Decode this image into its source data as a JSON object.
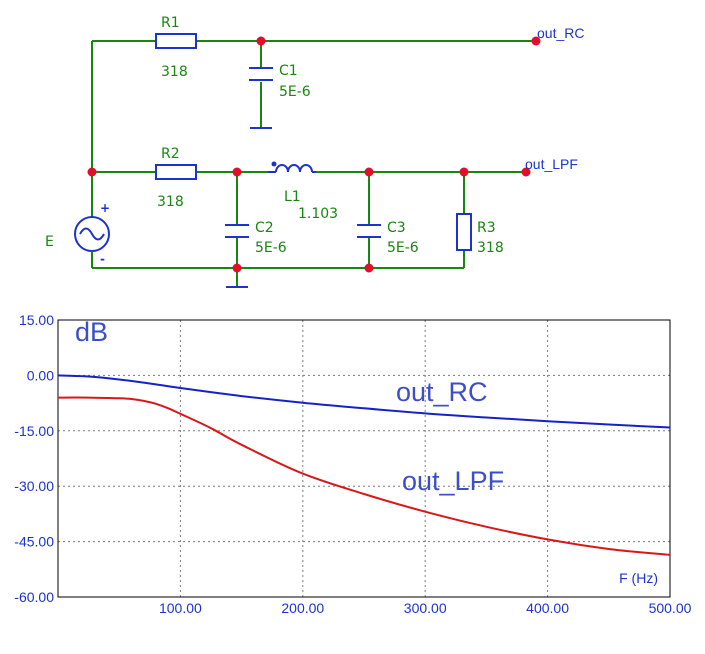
{
  "schematic": {
    "source_label": "E",
    "source_plus": "+",
    "source_minus": "-",
    "components": [
      {
        "name": "R1",
        "value": "318"
      },
      {
        "name": "C1",
        "value": "5E-6"
      },
      {
        "name": "R2",
        "value": "318"
      },
      {
        "name": "L1",
        "value": "1.103"
      },
      {
        "name": "C2",
        "value": "5E-6"
      },
      {
        "name": "C3",
        "value": "5E-6"
      },
      {
        "name": "R3",
        "value": "318"
      }
    ],
    "outputs": [
      "out_RC",
      "out_LPF"
    ]
  },
  "colors": {
    "wire_green": "#17870f",
    "component_blue": "#1d33d0",
    "node_red": "#e0102a",
    "trace_blue": "#1622c8",
    "trace_red": "#d81818",
    "grid": "#7a7a7a"
  },
  "chart_data": {
    "type": "line",
    "ylabel": "dB",
    "xlabel": "F (Hz)",
    "xlim": [
      0,
      500
    ],
    "ylim": [
      -60,
      15
    ],
    "x_ticks": [
      "100.00",
      "200.00",
      "300.00",
      "400.00",
      "500.00"
    ],
    "y_ticks": [
      "15.00",
      "0.00",
      "-15.00",
      "-30.00",
      "-45.00",
      "-60.00"
    ],
    "grid": true,
    "series": [
      {
        "name": "out_RC",
        "color": "#1622c8",
        "x": [
          0,
          25,
          50,
          75,
          100,
          150,
          200,
          250,
          300,
          350,
          400,
          450,
          500
        ],
        "y": [
          0,
          -0.3,
          -1.1,
          -2.2,
          -3.4,
          -5.6,
          -7.4,
          -8.9,
          -10.3,
          -11.4,
          -12.4,
          -13.3,
          -14.1
        ]
      },
      {
        "name": "out_LPF",
        "color": "#d81818",
        "x": [
          0,
          25,
          50,
          60,
          70,
          80,
          90,
          100,
          125,
          150,
          200,
          250,
          300,
          350,
          400,
          450,
          500
        ],
        "y": [
          -6.0,
          -6.0,
          -6.2,
          -6.4,
          -6.9,
          -7.7,
          -8.9,
          -10.4,
          -14.3,
          -18.8,
          -26.6,
          -32.1,
          -36.9,
          -41.0,
          -44.4,
          -47.0,
          -48.6
        ]
      }
    ]
  }
}
